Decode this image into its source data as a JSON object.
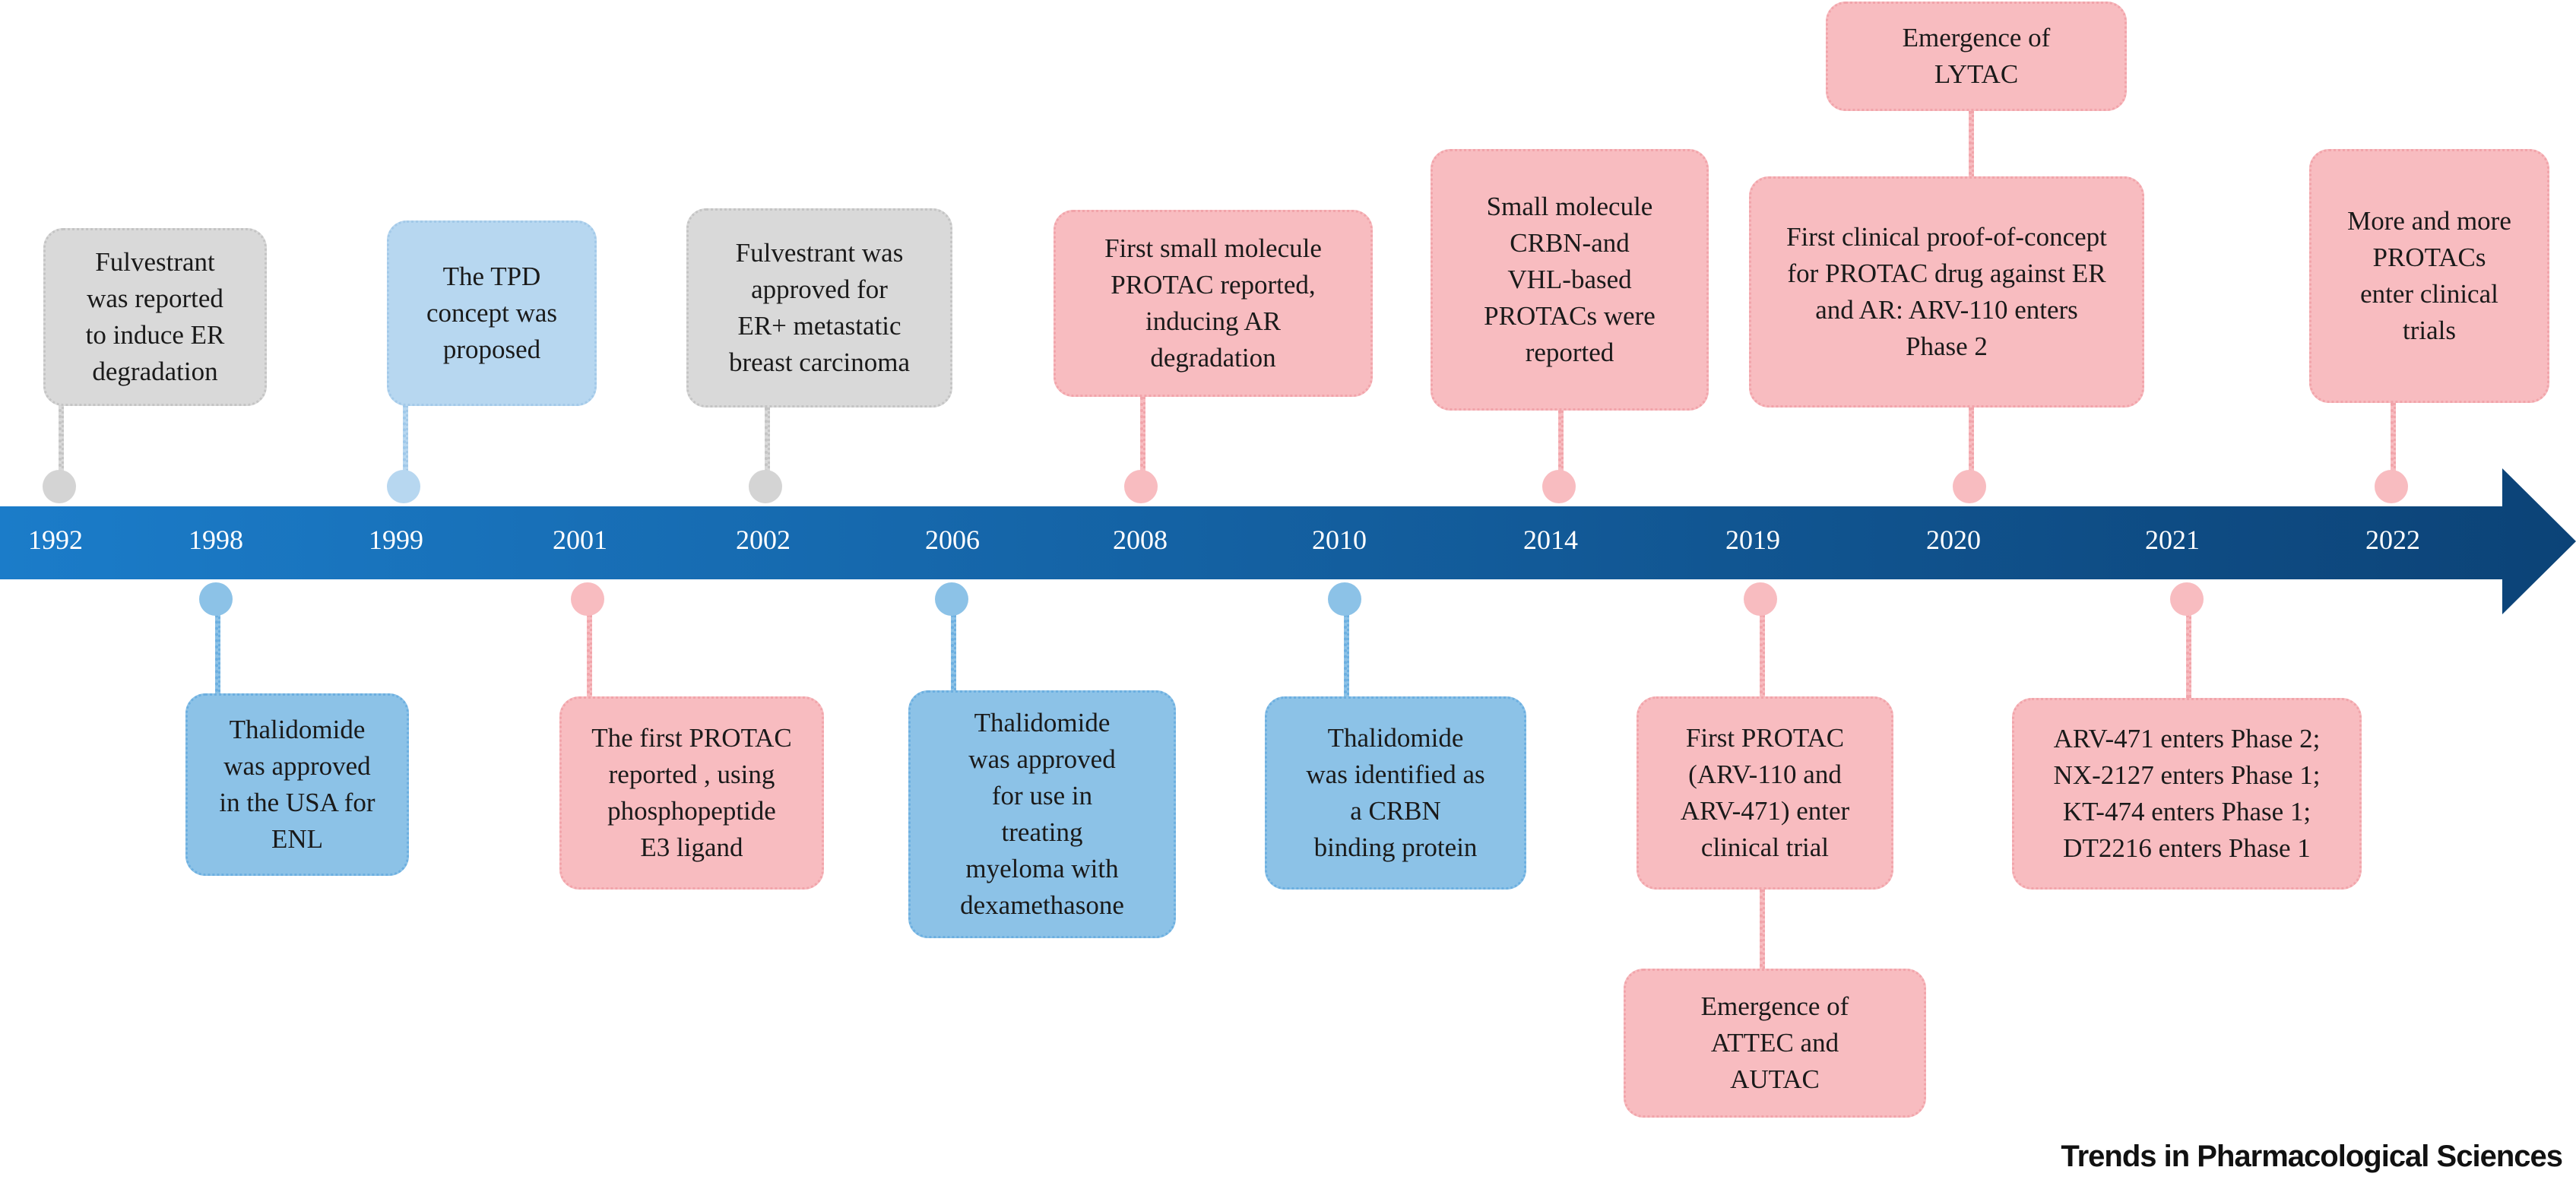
{
  "timeline": {
    "colors": {
      "arrow_start": "#1b7cc9",
      "arrow_end": "#0c4377",
      "gray": "#d9d9d9",
      "light_blue": "#b7d7f0",
      "medium_blue": "#8cc2e7",
      "pink": "#f8bcc0"
    },
    "years": [
      "1992",
      "1998",
      "1999",
      "2001",
      "2002",
      "2006",
      "2008",
      "2010",
      "2014",
      "2019",
      "2020",
      "2021",
      "2022"
    ],
    "events": [
      {
        "year": "1992",
        "text": "Fulvestrant\nwas reported\nto induce ER\ndegradation",
        "color": "gray",
        "position": "above"
      },
      {
        "year": "1998",
        "text": "Thalidomide\nwas approved\nin the USA for\nENL",
        "color": "mblue",
        "position": "below"
      },
      {
        "year": "1999",
        "text": "The TPD\nconcept was\nproposed",
        "color": "lblue",
        "position": "above"
      },
      {
        "year": "2001",
        "text": "The first PROTAC\nreported , using\nphosphopeptide\nE3 ligand",
        "color": "pink",
        "position": "below"
      },
      {
        "year": "2002",
        "text": "Fulvestrant was\napproved for\nER+ metastatic\nbreast carcinoma",
        "color": "gray",
        "position": "above"
      },
      {
        "year": "2006",
        "text": "Thalidomide\nwas approved\nfor use in\ntreating\nmyeloma with\ndexamethasone",
        "color": "mblue",
        "position": "below"
      },
      {
        "year": "2008",
        "text": "First small molecule\nPROTAC reported,\ninducing AR\ndegradation",
        "color": "pink",
        "position": "above"
      },
      {
        "year": "2010",
        "text": "Thalidomide\nwas identified as\na CRBN\nbinding protein",
        "color": "mblue",
        "position": "below"
      },
      {
        "year": "2014",
        "text": "Small molecule\nCRBN-and\nVHL-based\nPROTACs were\nreported",
        "color": "pink",
        "position": "above"
      },
      {
        "year": "2019",
        "text": "First PROTAC\n(ARV-110 and\nARV-471) enter\nclinical trial",
        "color": "pink",
        "position": "below"
      },
      {
        "year": "2019",
        "text": "Emergence of\nATTEC and\nAUTAC",
        "color": "pink",
        "position": "below-secondary"
      },
      {
        "year": "2020",
        "text": "First clinical proof-of-concept\nfor PROTAC drug against ER\nand AR: ARV-110 enters\nPhase 2",
        "color": "pink",
        "position": "above"
      },
      {
        "year": "2020",
        "text": "Emergence of\nLYTAC",
        "color": "pink",
        "position": "above-secondary"
      },
      {
        "year": "2021",
        "text": "ARV-471 enters Phase 2;\nNX-2127 enters Phase 1;\nKT-474 enters Phase 1;\nDT2216 enters Phase 1",
        "color": "pink",
        "position": "below"
      },
      {
        "year": "2022",
        "text": "More and more\nPROTACs\nenter clinical\ntrials",
        "color": "pink",
        "position": "above"
      }
    ]
  },
  "credit": "Trends in Pharmacological Sciences"
}
